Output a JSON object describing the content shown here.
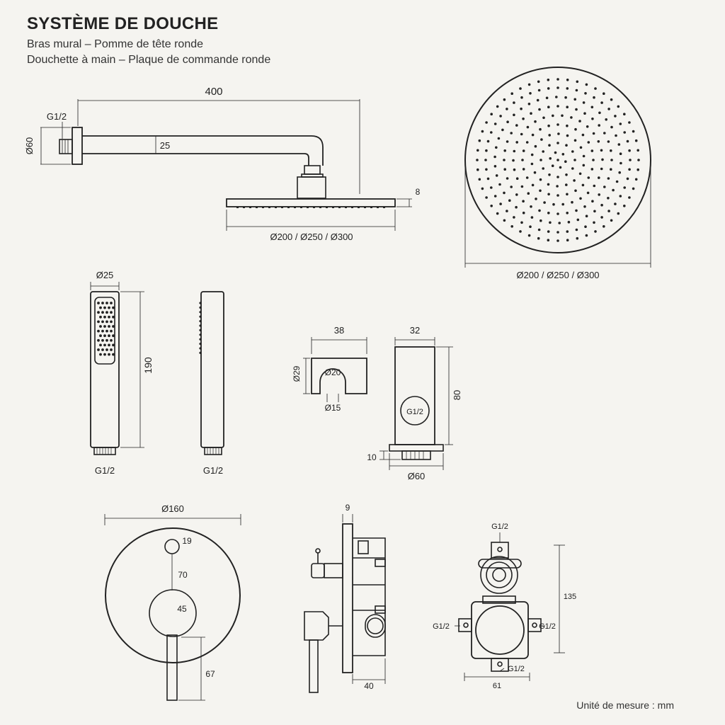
{
  "header": {
    "title": "SYSTÈME DE DOUCHE",
    "subtitle_1": "Bras mural – Pomme de tête ronde",
    "subtitle_2": "Douchette à main – Plaque de commande ronde"
  },
  "arm": {
    "length": "400",
    "flange_dia": "Ø60",
    "thread": "G1/2",
    "tube": "25",
    "head_thick": "8",
    "head_dia": "Ø200 / Ø250 / Ø300"
  },
  "head_top": {
    "dia": "Ø200 / Ø250 / Ø300"
  },
  "hand": {
    "dia": "Ø25",
    "length": "190",
    "thread_front": "G1/2",
    "thread_side": "G1/2"
  },
  "holder": {
    "width": "38",
    "height": "Ø29",
    "hole": "Ø20",
    "slot": "Ø15"
  },
  "elbow": {
    "width": "32",
    "height": "80",
    "thread": "G1/2",
    "base": "10",
    "flange": "Ø60"
  },
  "plate": {
    "dia": "Ø160",
    "small_knob": "19",
    "spacing": "70",
    "big_knob": "45",
    "lever": "67"
  },
  "side": {
    "plate_thick": "9",
    "depth": "40"
  },
  "valve": {
    "top": "G1/2",
    "left": "G1/2",
    "right": "G1/2",
    "bottom": "G1/2",
    "height": "135",
    "width": "61"
  },
  "footer": {
    "unit": "Unité de mesure : mm"
  }
}
